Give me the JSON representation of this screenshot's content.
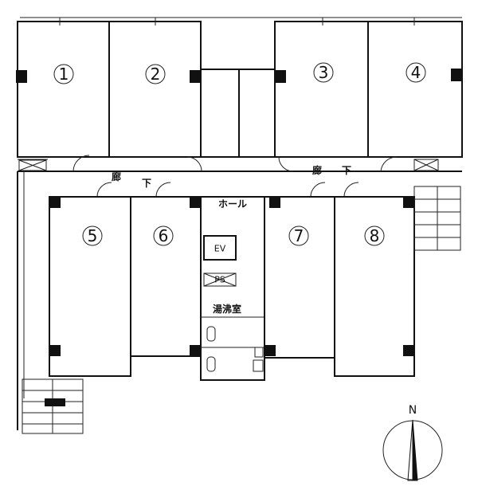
{
  "rooms": [
    "1",
    "2",
    "3",
    "4",
    "5",
    "6",
    "7",
    "8"
  ],
  "corridor_left": [
    "廊",
    "下"
  ],
  "corridor_right": [
    "廊",
    "下"
  ],
  "hall_label": "ホール",
  "ev_label": "EV",
  "ps_label": "PS",
  "kitchen_label": "湯沸室",
  "north_label": "N"
}
